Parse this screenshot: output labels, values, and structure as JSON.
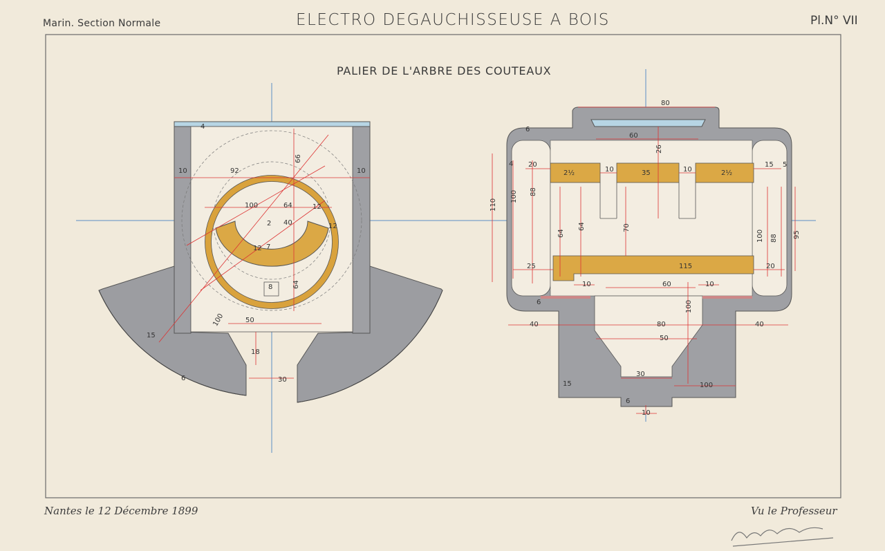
{
  "header": {
    "school": "Marin. Section Normale",
    "title": "ELECTRO DEGAUCHISSEUSE A BOIS",
    "plate": "Pl.N° VII"
  },
  "drawing": {
    "subtitle": "PALIER DE L'ARBRE DES COUTEAUX"
  },
  "footer": {
    "date": "Nantes le 12 Décembre 1899",
    "approval": "Vu le Professeur"
  },
  "left_view_dims": {
    "d4_top": "4",
    "d10_left": "10",
    "d92": "92",
    "d66": "66",
    "d10_right": "10",
    "d100": "100",
    "d64": "64",
    "d12a": "12",
    "d40": "40",
    "d12b": "12",
    "d12c": "12",
    "d7": "7",
    "d64b": "64",
    "d8": "8",
    "d100b": "100",
    "d15": "15",
    "d50": "50",
    "d18": "18",
    "d30": "30",
    "d6": "6",
    "d2": "2"
  },
  "right_view_dims": {
    "d80_top": "80",
    "d60_top": "60",
    "d20_left": "20",
    "d2_1_2a": "2½",
    "d10a": "10",
    "d35": "35",
    "d10b": "10",
    "d2_1_2b": "2½",
    "d15": "15",
    "d5_right": "5",
    "d26": "26",
    "d6_left": "6",
    "d4_left": "4",
    "d110": "110",
    "d100_left": "100",
    "d88_left": "88",
    "d64a": "64",
    "d64b": "64",
    "d70": "70",
    "d100_right": "100",
    "d88_right": "88",
    "d95": "95",
    "d25": "25",
    "d115": "115",
    "d20_right": "20",
    "d10c": "10",
    "d60_mid": "60",
    "d10d": "10",
    "d6_low": "6",
    "d100_stem": "100",
    "d40_left": "40",
    "d80_mid": "80",
    "d40_right": "40",
    "d50": "50",
    "d30": "30",
    "d15_left": "15",
    "d100_base": "100",
    "d6_base": "6",
    "d10_base": "10"
  }
}
